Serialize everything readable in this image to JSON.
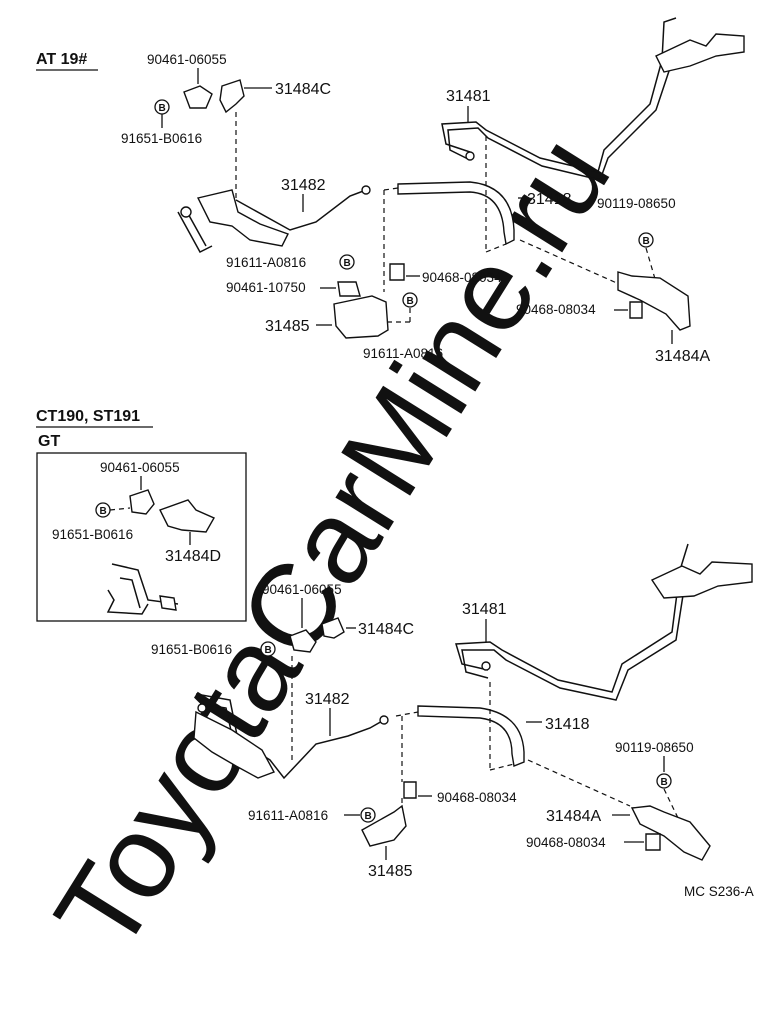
{
  "sections": {
    "top": {
      "title": "AT 19#"
    },
    "bottom": {
      "title": "CT190, ST191",
      "inset_title": "GT"
    }
  },
  "bolt_symbol": "B",
  "parts_top": {
    "p_9046106055": "90461-06055",
    "p_31484C": "31484C",
    "p_91651B0616": "91651-B0616",
    "p_31481": "31481",
    "p_31482": "31482",
    "p_31418": "31418",
    "p_9011908650": "90119-08650",
    "p_91611A0816_a": "91611-A0816",
    "p_9046808034_a": "90468-08034",
    "p_9046110750": "90461-10750",
    "p_9046808034_b": "90468-08034",
    "p_31485": "31485",
    "p_91611A0816_b": "91611-A0816",
    "p_31484A": "31484A"
  },
  "parts_inset": {
    "p_9046106055": "90461-06055",
    "p_91651B0616": "91651-B0616",
    "p_31484D": "31484D"
  },
  "parts_bottom": {
    "p_9046106055": "90461-06055",
    "p_91651B0616": "91651-B0616",
    "p_31484C": "31484C",
    "p_31481": "31481",
    "p_31482": "31482",
    "p_31418": "31418",
    "p_9011908650": "90119-08650",
    "p_9046808034_a": "90468-08034",
    "p_91611A0816": "91611-A0816",
    "p_31484A": "31484A",
    "p_9046808034_b": "90468-08034",
    "p_31485": "31485"
  },
  "figure_code": "MC S236-A",
  "watermark": "ToyotaCarMine.ru"
}
